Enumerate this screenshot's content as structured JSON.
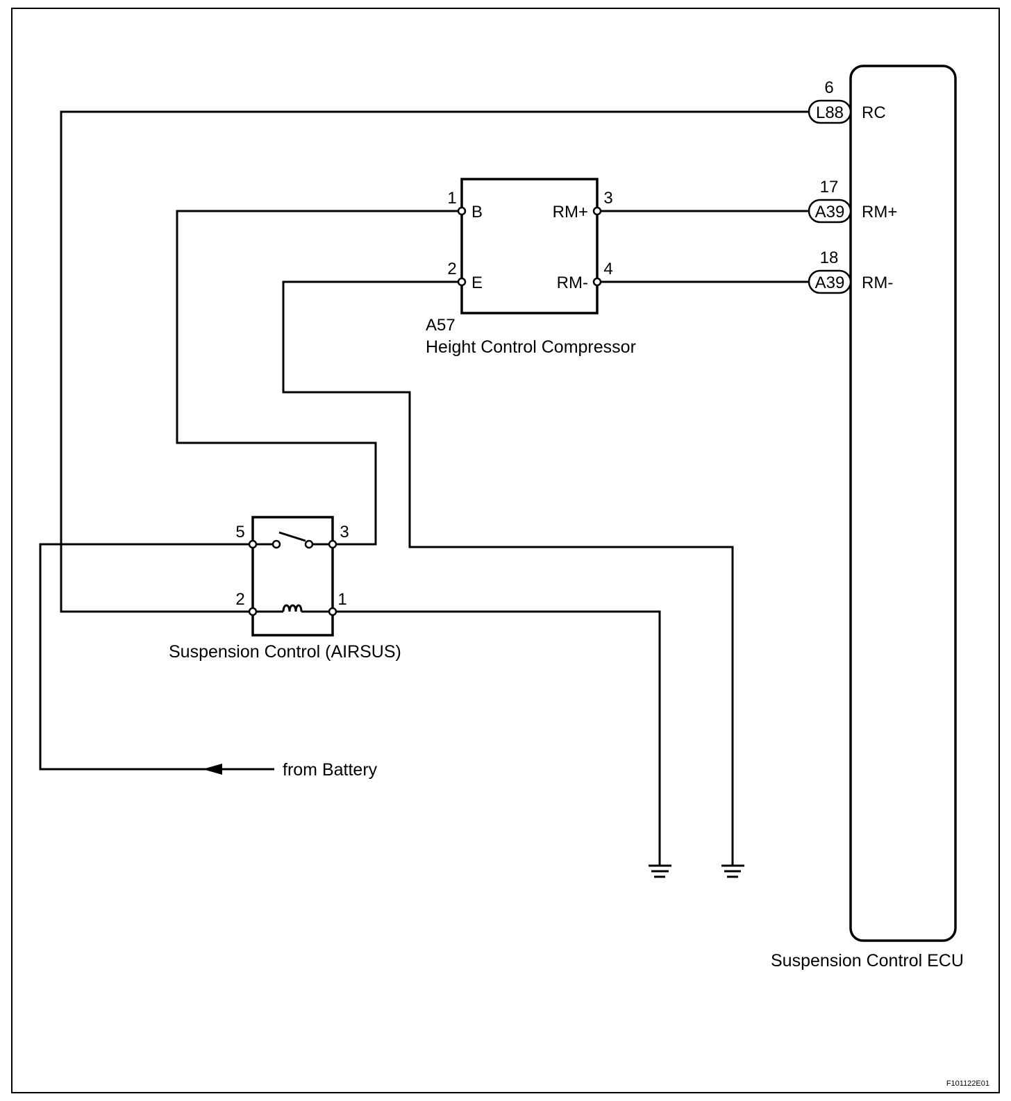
{
  "components": {
    "compressor": {
      "code": "A57",
      "name": "Height Control Compressor",
      "pins": {
        "b": {
          "num": "1",
          "label": "B"
        },
        "e": {
          "num": "2",
          "label": "E"
        },
        "rm_plus": {
          "num": "3",
          "label": "RM+"
        },
        "rm_minus": {
          "num": "4",
          "label": "RM-"
        }
      }
    },
    "relay": {
      "name": "Suspension Control (AIRSUS)",
      "pins": {
        "p5": "5",
        "p3": "3",
        "p2": "2",
        "p1": "1"
      }
    },
    "ecu": {
      "name": "Suspension Control ECU",
      "terminals": [
        {
          "pin": "6",
          "connector": "L88",
          "label": "RC"
        },
        {
          "pin": "17",
          "connector": "A39",
          "label": "RM+"
        },
        {
          "pin": "18",
          "connector": "A39",
          "label": "RM-"
        }
      ]
    }
  },
  "battery_label": "from Battery",
  "figure_id": "F101122E01",
  "colors": {
    "line": "#000000",
    "background": "#ffffff"
  }
}
